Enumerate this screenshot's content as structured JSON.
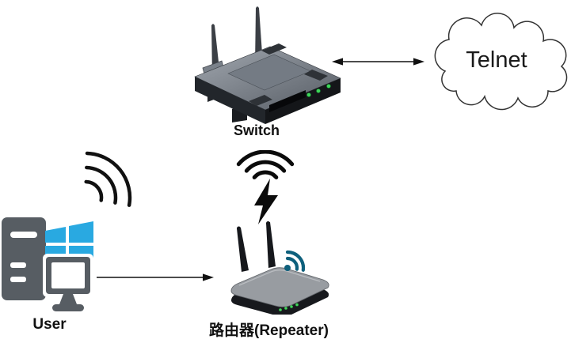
{
  "nodes": {
    "switch": {
      "label": "Switch"
    },
    "cloud": {
      "label": "Telnet"
    },
    "user": {
      "label": "User"
    },
    "repeater": {
      "label": "路由器(Repeater)"
    }
  },
  "icons": {
    "switch_device": "network-switch-with-antennas",
    "repeater_device": "wireless-router-with-antennas",
    "user_pc": "desktop-computer-with-windows-logo",
    "cloud": "network-cloud",
    "wifi_signal": "wifi-signal-arcs",
    "wifi_power": "wifi-arcs-with-lightning-bolt",
    "repeater_wifi_badge": "wifi-badge",
    "windows_logo": "windows-logo",
    "arrow_bidirectional": "double-headed-arrow",
    "arrow_right": "right-arrow"
  },
  "colors": {
    "background": "#ffffff",
    "line": "#111111",
    "cloud_stroke": "#333333",
    "device_dark": "#17191d",
    "device_gray": "#989ca1",
    "led_green": "#3fd65a",
    "wifi_teal": "#0e607c",
    "windows_blue": "#29A9E1",
    "pc_gray": "#575d63"
  }
}
